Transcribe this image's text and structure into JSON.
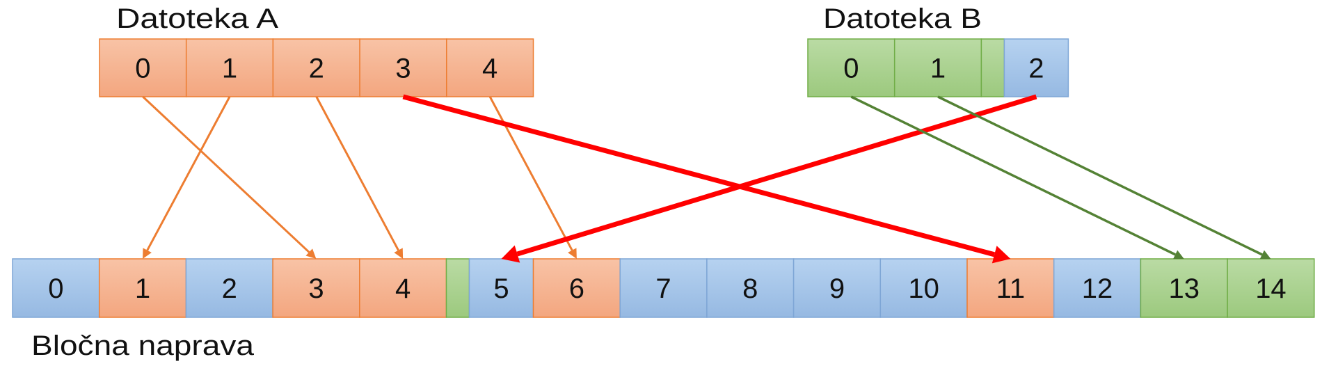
{
  "title_a": "Datoteka A",
  "title_b": "Datoteka B",
  "device_label": "Bločna naprava",
  "colors": {
    "orange_fill": "#f5b08e",
    "orange_stroke": "#ed7d31",
    "blue_fill": "#a4c4e8",
    "blue_stroke": "#7ea6d6",
    "green_fill": "#a9d18e",
    "green_stroke": "#70ad47",
    "arrow_orange": "#ed7d31",
    "arrow_green": "#548235",
    "arrow_red": "#ff0000"
  },
  "file_a": [
    {
      "label": "0",
      "kind": "orange"
    },
    {
      "label": "1",
      "kind": "orange"
    },
    {
      "label": "2",
      "kind": "orange"
    },
    {
      "label": "3",
      "kind": "orange"
    },
    {
      "label": "4",
      "kind": "orange"
    }
  ],
  "file_b": [
    {
      "label": "0",
      "kind": "green"
    },
    {
      "label": "1",
      "kind": "green"
    },
    {
      "label": "",
      "kind": "green",
      "fragment": true
    },
    {
      "label": "2",
      "kind": "blue",
      "partial": true
    }
  ],
  "device": [
    {
      "label": "0",
      "kind": "blue"
    },
    {
      "label": "1",
      "kind": "orange"
    },
    {
      "label": "2",
      "kind": "blue"
    },
    {
      "label": "3",
      "kind": "orange"
    },
    {
      "label": "4",
      "kind": "orange"
    },
    {
      "label": "",
      "kind": "green",
      "fragment": true
    },
    {
      "label": "5",
      "kind": "blue",
      "partial": true
    },
    {
      "label": "6",
      "kind": "orange"
    },
    {
      "label": "7",
      "kind": "blue"
    },
    {
      "label": "8",
      "kind": "blue"
    },
    {
      "label": "9",
      "kind": "blue"
    },
    {
      "label": "10",
      "kind": "blue"
    },
    {
      "label": "11",
      "kind": "orange"
    },
    {
      "label": "12",
      "kind": "blue"
    },
    {
      "label": "13",
      "kind": "green"
    },
    {
      "label": "14",
      "kind": "green"
    }
  ],
  "arrows": [
    {
      "from_file": "a",
      "from": 0,
      "to": 3,
      "style": "orange"
    },
    {
      "from_file": "a",
      "from": 1,
      "to": 1,
      "style": "orange"
    },
    {
      "from_file": "a",
      "from": 2,
      "to": 4,
      "style": "orange"
    },
    {
      "from_file": "a",
      "from": 4,
      "to": 7,
      "style": "orange"
    },
    {
      "from_file": "a",
      "from": 3,
      "to": 12,
      "style": "red"
    },
    {
      "from_file": "b",
      "from": 3,
      "to": 6,
      "style": "red"
    },
    {
      "from_file": "b",
      "from": 0,
      "to": 14,
      "style": "green"
    },
    {
      "from_file": "b",
      "from": 1,
      "to": 15,
      "style": "green"
    }
  ]
}
